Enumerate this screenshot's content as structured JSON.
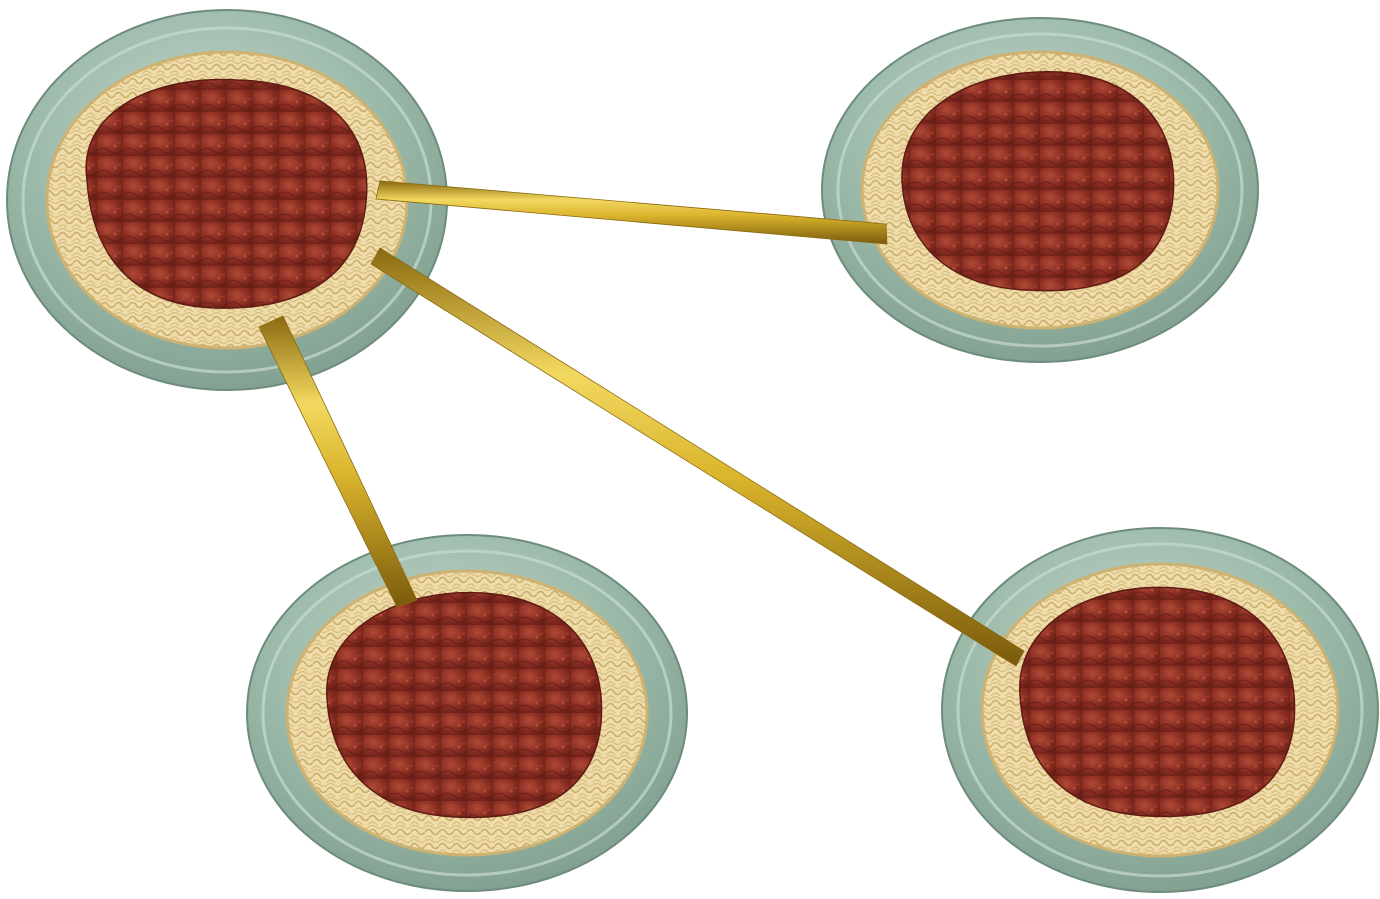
{
  "diagram": {
    "nodes": [
      {
        "id": "plate-top-left",
        "item": "spaghetti-plate"
      },
      {
        "id": "plate-top-right",
        "item": "spaghetti-plate"
      },
      {
        "id": "plate-bottom-left",
        "item": "spaghetti-plate"
      },
      {
        "id": "plate-bottom-right",
        "item": "spaghetti-plate"
      }
    ],
    "edges": [
      {
        "from": "plate-top-left",
        "to": "plate-top-right",
        "item": "pasta-strand"
      },
      {
        "from": "plate-top-left",
        "to": "plate-bottom-left",
        "item": "pasta-strand"
      },
      {
        "from": "plate-top-left",
        "to": "plate-bottom-right",
        "item": "pasta-strand"
      }
    ]
  },
  "colors": {
    "background": "#ffffff",
    "plate": "#8fb0a0",
    "plate_rim": "#a9c4b6",
    "noodles": "#ead7a0",
    "sauce": "#8a2e22",
    "strand": "#d4b02a"
  }
}
